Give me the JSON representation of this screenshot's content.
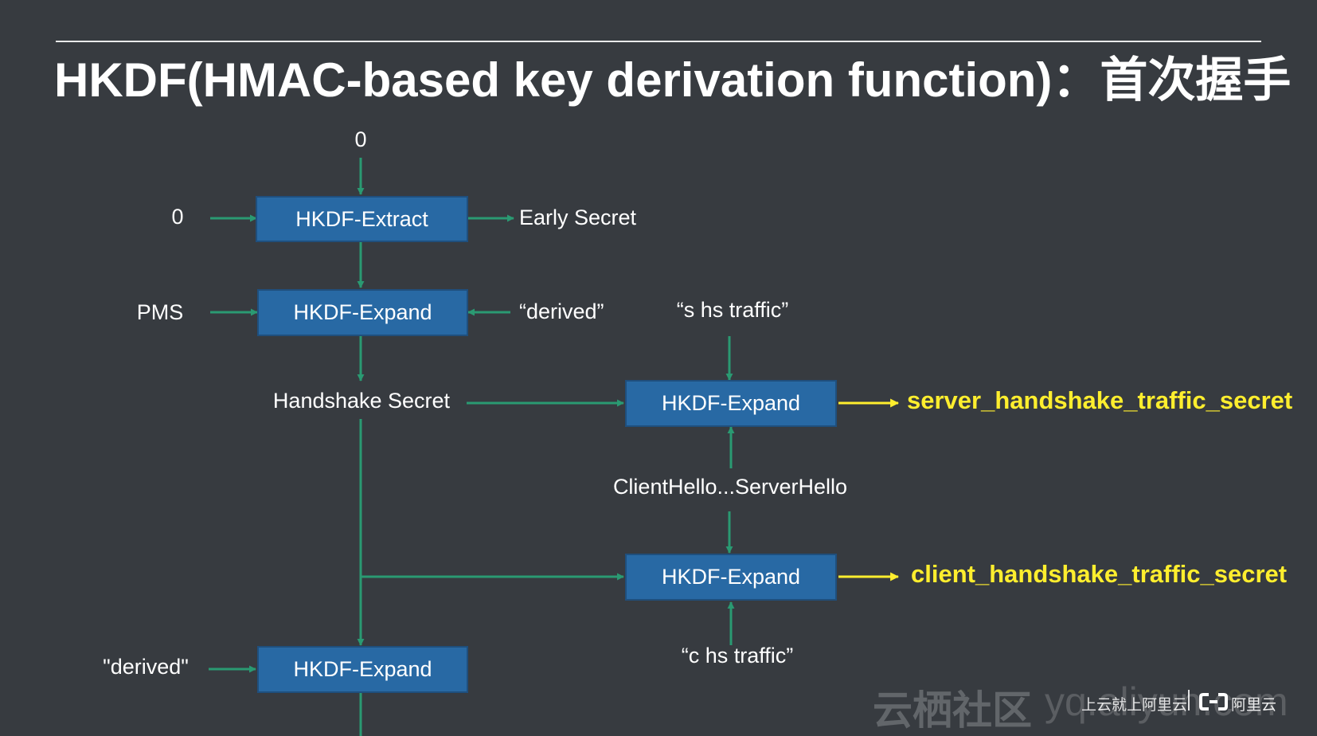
{
  "title": "HKDF(HMAC-based key derivation function)：首次握手",
  "diagram": {
    "boxes": {
      "extract": "HKDF-Extract",
      "expand_derived": "HKDF-Expand",
      "expand_server": "HKDF-Expand",
      "expand_client": "HKDF-Expand",
      "expand_bottom": "HKDF-Expand"
    },
    "labels": {
      "zero_top": "0",
      "zero_left": "0",
      "early_secret": "Early Secret",
      "pms": "PMS",
      "derived_quoted": "“derived”",
      "s_hs_traffic": "“s hs traffic”",
      "handshake_secret": "Handshake Secret",
      "transcript": "ClientHello...ServerHello",
      "c_hs_traffic": "“c hs traffic”",
      "derived_plain": "\"derived\""
    },
    "outputs": {
      "server": "server_handshake_traffic_secret",
      "client": "client_handshake_traffic_secret"
    }
  },
  "colors": {
    "background": "#373b40",
    "box_fill": "#2869a4",
    "arrow": "#2a9a72",
    "output": "#ffee2e"
  },
  "watermark": {
    "site_cn": "云栖社区",
    "site_url": "yq.aliyun.com",
    "slogan": "上云就上阿里云",
    "brand": "阿里云",
    "logo_icon": "aliyun-logo-icon"
  }
}
